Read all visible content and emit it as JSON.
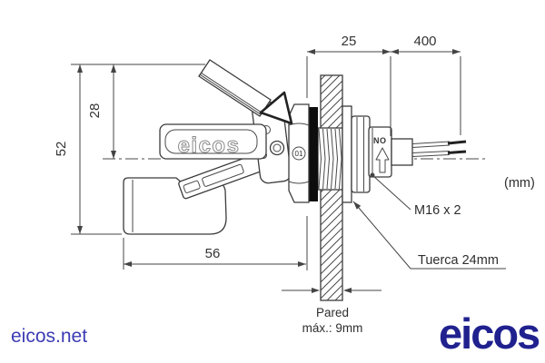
{
  "drawing": {
    "units_label": "(mm)",
    "dimensions": {
      "thread_length": "25",
      "cable_length": "400",
      "total_height": "52",
      "upper_height": "28",
      "float_length": "56"
    },
    "annotations": {
      "thread_spec": "M16 x 2",
      "nut_spec": "Tuerca 24mm",
      "wall_label_line1": "Pared",
      "wall_label_line2": "máx.: 9mm"
    },
    "device": {
      "housing_logo": "eicos",
      "body_index": "01",
      "contact_marking": "NO"
    }
  },
  "footer": {
    "website": "eicos.net",
    "brand": "eicos"
  },
  "colors": {
    "line": "#3b3b3b",
    "dimension": "#444444",
    "brand_blue": "#20218f",
    "link_blue": "#3c3cb5"
  }
}
